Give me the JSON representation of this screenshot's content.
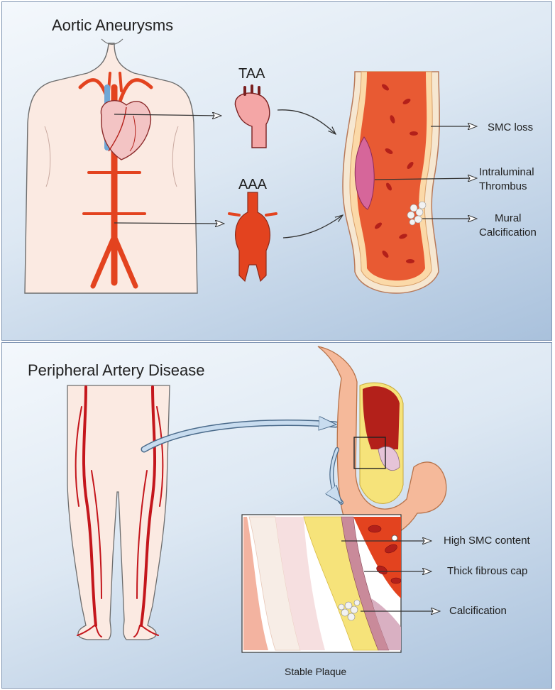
{
  "panels": {
    "aortic": {
      "title": "Aortic Aneurysms",
      "labels": {
        "taa": "TAA",
        "aaa": "AAA",
        "smc_loss": "SMC loss",
        "thrombus_line1": "Intraluminal",
        "thrombus_line2": "Thrombus",
        "mural_line1": "Mural",
        "mural_line2": "Calcification"
      }
    },
    "pad": {
      "title": "Peripheral Artery Disease",
      "labels": {
        "high_smc": "High SMC content",
        "fibrous_cap": "Thick fibrous cap",
        "calcification": "Calcification",
        "stable_plaque": "Stable Plaque"
      }
    }
  },
  "colors": {
    "artery_red": "#e3431f",
    "dark_red": "#b3201a",
    "skin": "#fbeae2",
    "vein_blue": "#6fa7d6",
    "plaque_yellow": "#f6e37a",
    "thrombus_pink": "#d6669a"
  }
}
